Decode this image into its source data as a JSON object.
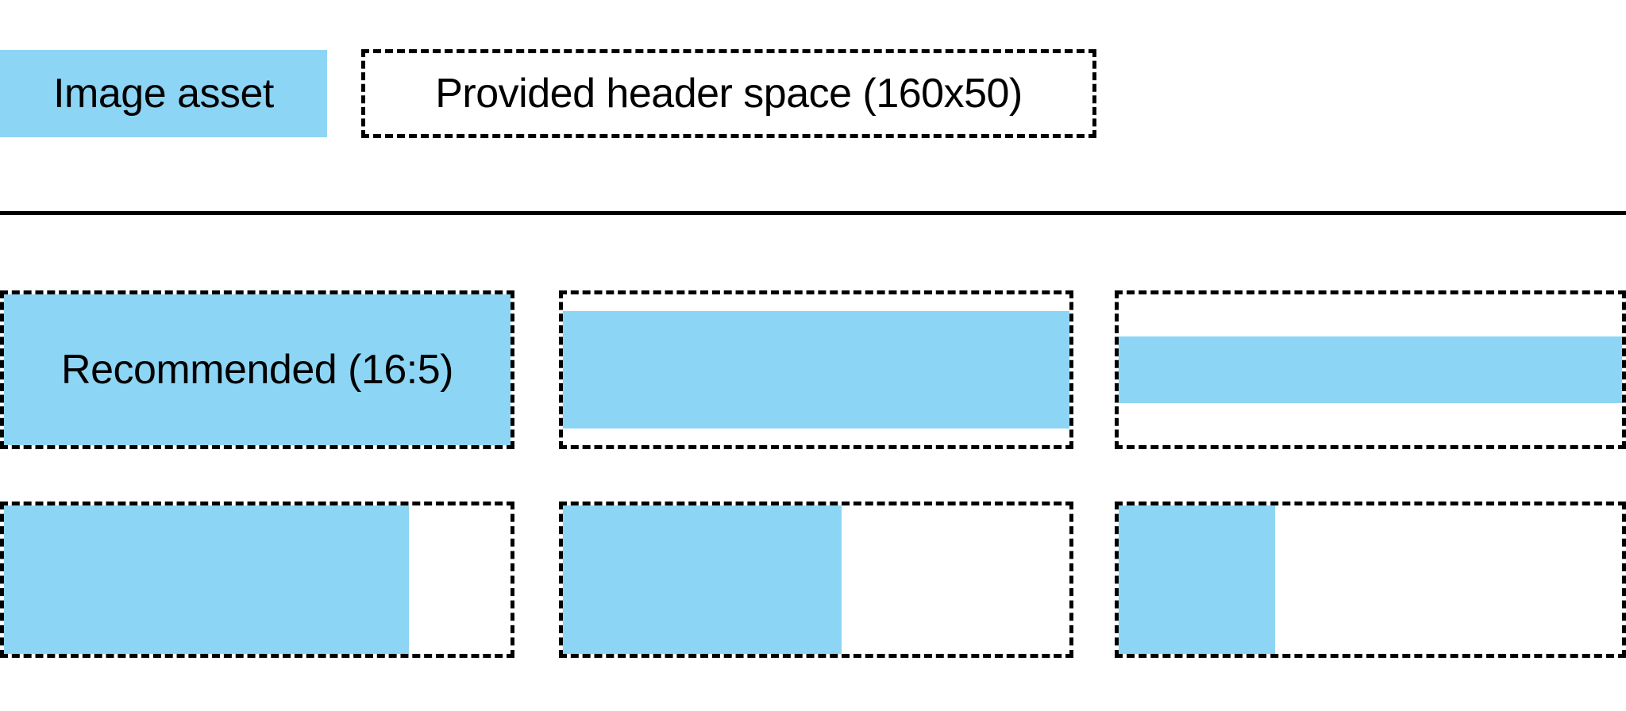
{
  "legend": {
    "asset_swatch_label": "Image asset",
    "header_space_label": "Provided header space (160x50)"
  },
  "colors": {
    "asset_blue": "#8DD5F4",
    "line_black": "#000000",
    "background": "#FFFFFF"
  },
  "grid": {
    "row1": [
      {
        "label": "Recommended (16:5)",
        "fill": {
          "width_pct": 100,
          "height_pct": 100,
          "h_align": "center",
          "v_align": "center"
        }
      },
      {
        "label": "",
        "fill": {
          "width_pct": 100,
          "height_pct": 78,
          "h_align": "center",
          "v_align": "center"
        }
      },
      {
        "label": "",
        "fill": {
          "width_pct": 100,
          "height_pct": 44,
          "h_align": "center",
          "v_align": "center"
        }
      }
    ],
    "row2": [
      {
        "label": "",
        "fill": {
          "width_pct": 80,
          "height_pct": 100,
          "h_align": "left",
          "v_align": "center"
        }
      },
      {
        "label": "",
        "fill": {
          "width_pct": 55,
          "height_pct": 100,
          "h_align": "left",
          "v_align": "center"
        }
      },
      {
        "label": "",
        "fill": {
          "width_pct": 31,
          "height_pct": 100,
          "h_align": "left",
          "v_align": "center"
        }
      }
    ]
  }
}
